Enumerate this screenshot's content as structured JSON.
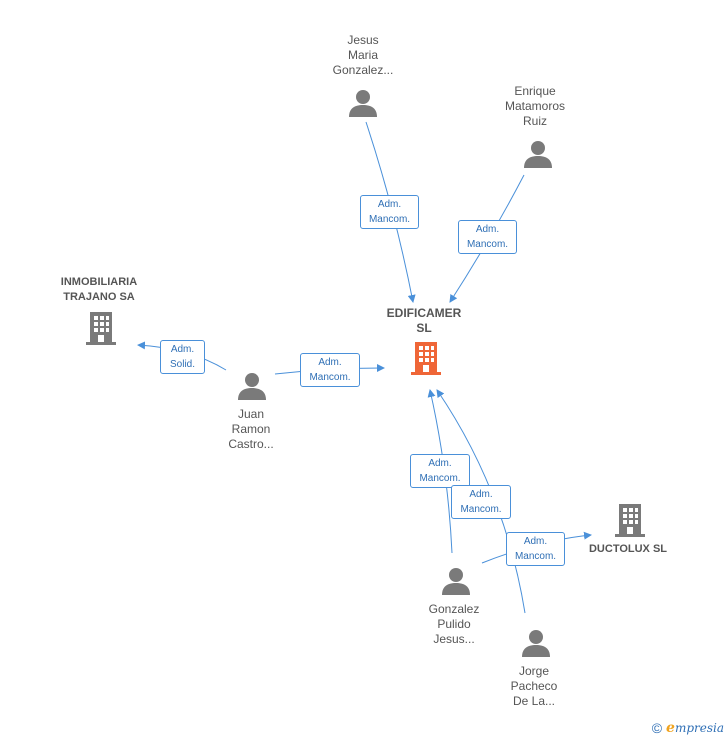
{
  "nodes": {
    "edificamer": {
      "line1": "EDIFICAMER",
      "line2": "SL",
      "color": "#ef6637"
    },
    "inmobiliaria": {
      "line1": "INMOBILIARIA",
      "line2": "TRAJANO SA",
      "color": "#7a7a7a"
    },
    "ductolux": {
      "line1": "DUCTOLUX SL",
      "color": "#7a7a7a"
    },
    "jesus": {
      "line1": "Jesus",
      "line2": "Maria",
      "line3": "Gonzalez..."
    },
    "enrique": {
      "line1": "Enrique",
      "line2": "Matamoros",
      "line3": "Ruiz"
    },
    "juan": {
      "line1": "Juan",
      "line2": "Ramon",
      "line3": "Castro..."
    },
    "gonzalez": {
      "line1": "Gonzalez",
      "line2": "Pulido",
      "line3": "Jesus..."
    },
    "jorge": {
      "line1": "Jorge",
      "line2": "Pacheco",
      "line3": "De La..."
    }
  },
  "edges": [
    {
      "from": "jesus",
      "to": "edificamer",
      "role_line1": "Adm.",
      "role_line2": "Mancom."
    },
    {
      "from": "enrique",
      "to": "edificamer",
      "role_line1": "Adm.",
      "role_line2": "Mancom."
    },
    {
      "from": "juan",
      "to": "inmobiliaria",
      "role_line1": "Adm.",
      "role_line2": "Solid."
    },
    {
      "from": "juan",
      "to": "edificamer",
      "role_line1": "Adm.",
      "role_line2": "Mancom."
    },
    {
      "from": "gonzalez",
      "to": "edificamer",
      "role_line1": "Adm.",
      "role_line2": "Mancom."
    },
    {
      "from": "jorge",
      "to": "edificamer",
      "role_line1": "Adm.",
      "role_line2": "Mancom."
    },
    {
      "from": "gonzalez",
      "to": "ductolux",
      "role_line1": "Adm.",
      "role_line2": "Mancom."
    }
  ],
  "colors": {
    "edge": "#4a90d9",
    "person": "#7a7a7a"
  },
  "footer": {
    "copyright": "©",
    "brand_initial": "e",
    "brand_rest": "mpresia"
  }
}
